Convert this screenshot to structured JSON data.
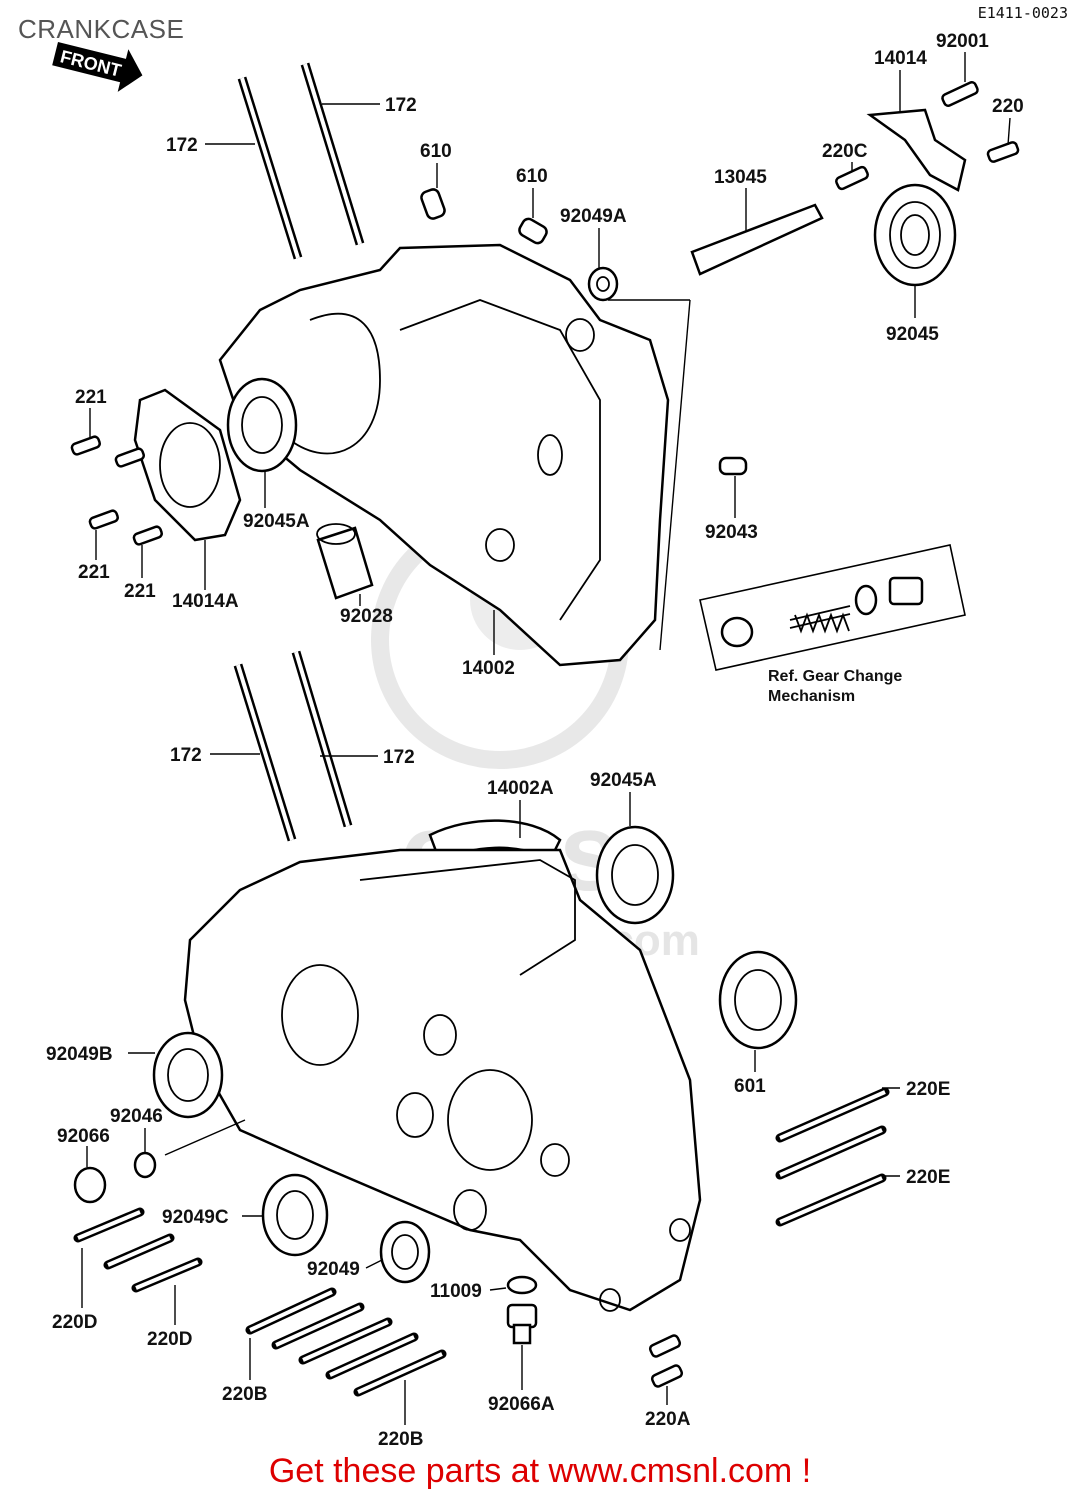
{
  "page": {
    "title": "CRANKCASE",
    "diagram_code": "E1411-0023",
    "front_badge": "FRONT",
    "call_to_action": "Get these parts at www.cmsnl.com !",
    "watermark": "cmsnl.com"
  },
  "reference_note": {
    "line1": "Ref. Gear Change",
    "line2": "Mechanism"
  },
  "callouts": [
    {
      "id": "c1",
      "text": "172"
    },
    {
      "id": "c2",
      "text": "172"
    },
    {
      "id": "c3",
      "text": "610"
    },
    {
      "id": "c4",
      "text": "610"
    },
    {
      "id": "c5",
      "text": "92049A"
    },
    {
      "id": "c6",
      "text": "13045"
    },
    {
      "id": "c7",
      "text": "14014"
    },
    {
      "id": "c8",
      "text": "92001"
    },
    {
      "id": "c9",
      "text": "220"
    },
    {
      "id": "c10",
      "text": "220C"
    },
    {
      "id": "c11",
      "text": "92045"
    },
    {
      "id": "c12",
      "text": "221"
    },
    {
      "id": "c13",
      "text": "221"
    },
    {
      "id": "c14",
      "text": "221"
    },
    {
      "id": "c15",
      "text": "14014A"
    },
    {
      "id": "c16",
      "text": "92045A"
    },
    {
      "id": "c17",
      "text": "92028"
    },
    {
      "id": "c18",
      "text": "14002"
    },
    {
      "id": "c19",
      "text": "92043"
    },
    {
      "id": "c20",
      "text": "172"
    },
    {
      "id": "c21",
      "text": "172"
    },
    {
      "id": "c22",
      "text": "14002A"
    },
    {
      "id": "c23",
      "text": "92045A"
    },
    {
      "id": "c24",
      "text": "601"
    },
    {
      "id": "c25",
      "text": "220E"
    },
    {
      "id": "c26",
      "text": "220E"
    },
    {
      "id": "c27",
      "text": "92049B"
    },
    {
      "id": "c28",
      "text": "92046"
    },
    {
      "id": "c29",
      "text": "92066"
    },
    {
      "id": "c30",
      "text": "92049C"
    },
    {
      "id": "c31",
      "text": "92049"
    },
    {
      "id": "c32",
      "text": "11009"
    },
    {
      "id": "c33",
      "text": "220D"
    },
    {
      "id": "c34",
      "text": "220D"
    },
    {
      "id": "c35",
      "text": "220B"
    },
    {
      "id": "c36",
      "text": "220B"
    },
    {
      "id": "c37",
      "text": "92066A"
    },
    {
      "id": "c38",
      "text": "220A"
    }
  ]
}
